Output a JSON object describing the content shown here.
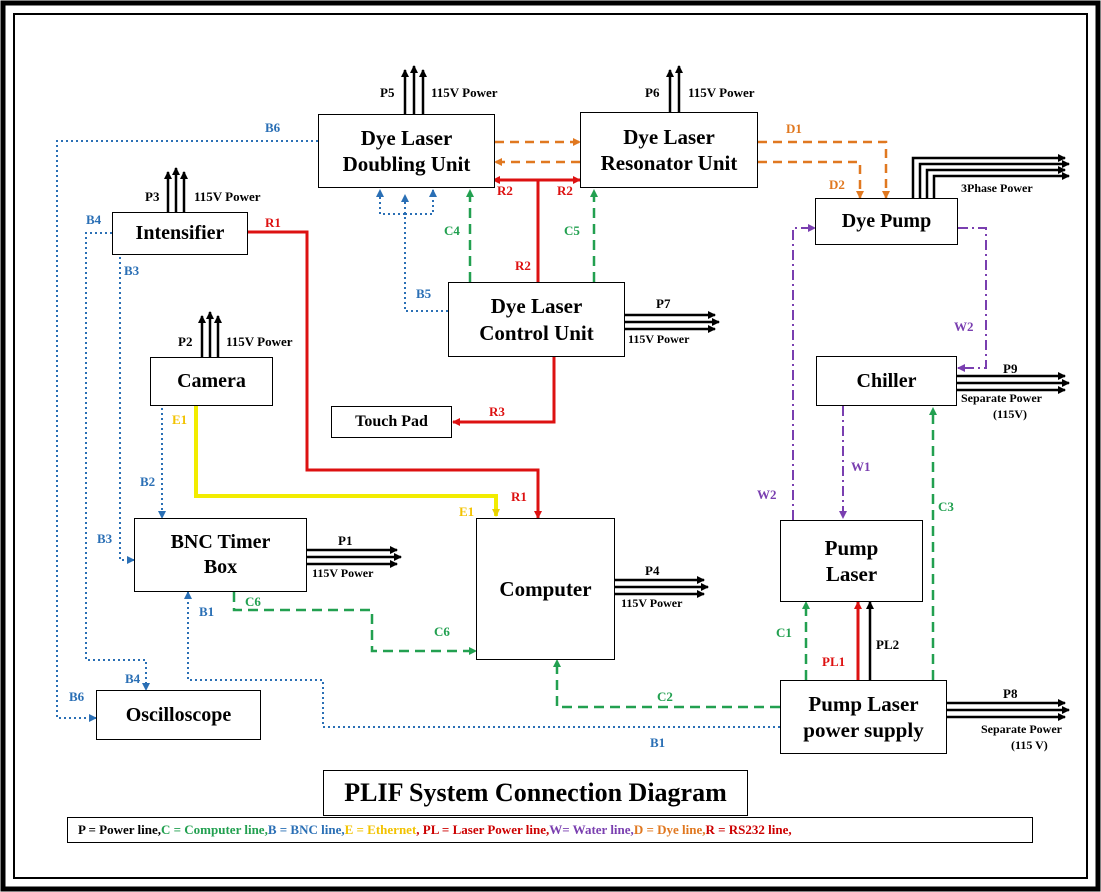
{
  "boxes": {
    "doubling": "Dye Laser\nDoubling Unit",
    "resonator": "Dye Laser\nResonator Unit",
    "intensifier": "Intensifier",
    "dye_pump": "Dye Pump",
    "control": "Dye Laser\nControl Unit",
    "camera": "Camera",
    "chiller": "Chiller",
    "touch_pad": "Touch Pad",
    "bnc_timer": "BNC Timer\nBox",
    "computer": "Computer",
    "pump_laser": "Pump\nLaser",
    "oscilloscope": "Oscilloscope",
    "pump_supply": "Pump Laser\npower supply"
  },
  "power": {
    "p5": "P5",
    "p5_text": "115V Power",
    "p6": "P6",
    "p6_text": "115V Power",
    "p3": "P3",
    "p3_text": "115V Power",
    "p2": "P2",
    "p2_text": "115V Power",
    "p7": "P7",
    "p7_text": "115V Power",
    "p1": "P1",
    "p1_text": "115V Power",
    "p4": "P4",
    "p4_text": "115V Power",
    "p9": "P9",
    "p9_text_1": "Separate Power",
    "p9_text_2": "(115V)",
    "p8": "P8",
    "p8_text_1": "Separate Power",
    "p8_text_2": "(115 V)",
    "three_phase": "3Phase Power"
  },
  "lines": {
    "b6_top": "B6",
    "b4_top": "B4",
    "b3_top": "B3",
    "b5": "B5",
    "b2": "B2",
    "b3_bnc": "B3",
    "b1_bnc": "B1",
    "b4_osc": "B4",
    "b6_osc": "B6",
    "b1_bottom": "B1",
    "r1_top": "R1",
    "r1_comp": "R1",
    "r2_left": "R2",
    "r2_right": "R2",
    "r2_mid": "R2",
    "r3": "R3",
    "c4": "C4",
    "c5": "C5",
    "c6_top": "C6",
    "c6_bottom": "C6",
    "c1": "C1",
    "c2": "C2",
    "c3": "C3",
    "e1_top": "E1",
    "e1_comp": "E1",
    "d1": "D1",
    "d2": "D2",
    "w1": "W1",
    "w2_top": "W2",
    "w2_left": "W2",
    "pl1": "PL1",
    "pl2": "PL2"
  },
  "title": "PLIF System Connection Diagram",
  "legend": [
    {
      "text": "P = Power line,",
      "color": "#000000"
    },
    {
      "text": " C = Computer line,",
      "color": "#22a050"
    },
    {
      "text": " B = BNC line,",
      "color": "#2a6fb5"
    },
    {
      "text": " E = Ethernet",
      "color": "#f2c200"
    },
    {
      "text": " , PL = Laser Power line,",
      "color": "#cc0000"
    },
    {
      "text": " W= Water line,",
      "color": "#7a3fb0"
    },
    {
      "text": " D = Dye line,",
      "color": "#e07820"
    },
    {
      "text": " R = RS232 line,",
      "color": "#cc0000"
    }
  ],
  "colors": {
    "power": "#000000",
    "computer": "#22a050",
    "bnc": "#2a6fb5",
    "ethernet": "#f2ec00",
    "rs232": "#dd1111",
    "water": "#7a3fb0",
    "dye": "#e07820"
  }
}
